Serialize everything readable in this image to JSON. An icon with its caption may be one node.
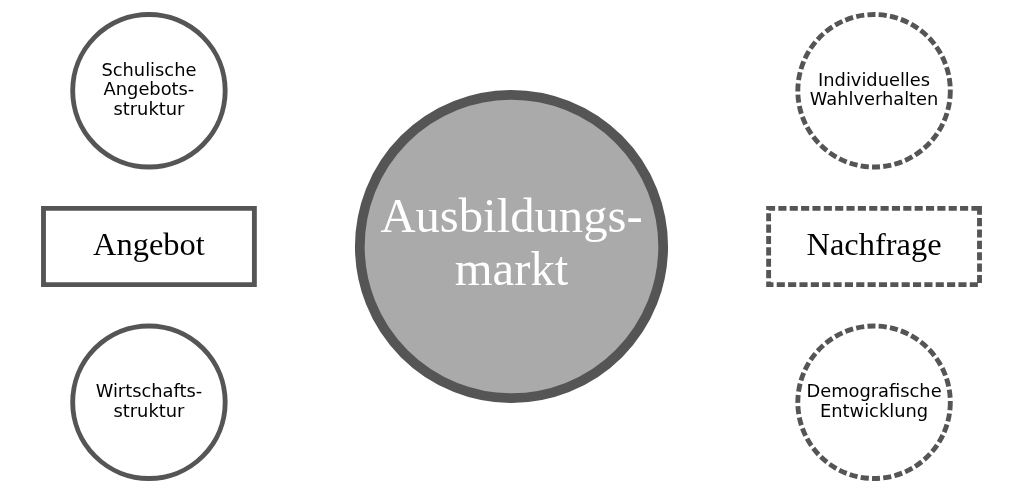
{
  "diagram": {
    "nodes": [
      {
        "text": [
          "Wirtschafts- struktur"
        ]
      },
      {
        "text": [
          "Demografische Entwicklung"
        ]
      },
      {
        "text": [
          "Angebot"
        ]
      },
      {
        "text": [
          "Ausbildungs- markt"
        ]
      },
      {
        "text": [
          "Nachfrage"
        ]
      },
      {
        "text": [
          "Schulische Angebots- struktur"
        ]
      },
      {
        "text": [
          "Individuelles Wahlverhalten"
        ]
      }
    ]
  }
}
